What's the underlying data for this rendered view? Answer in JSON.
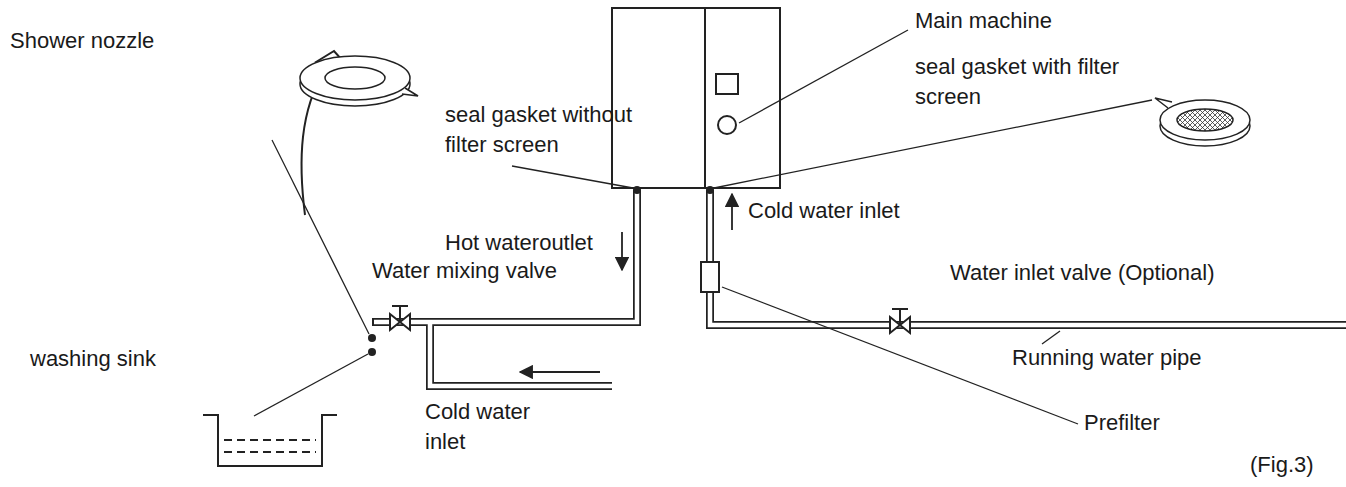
{
  "diagram": {
    "caption": "(Fig.3)",
    "labels": [
      "Shower nozzle",
      "seal gasket without filter screen",
      "Main machine",
      "seal gasket with filter screen",
      "Hot wateroutlet",
      "Cold water inlet",
      "Water mixing valve",
      "Water inlet valve (Optional)",
      "washing sink",
      "Cold water inlet",
      "Running water pipe",
      "Prefilter"
    ]
  }
}
